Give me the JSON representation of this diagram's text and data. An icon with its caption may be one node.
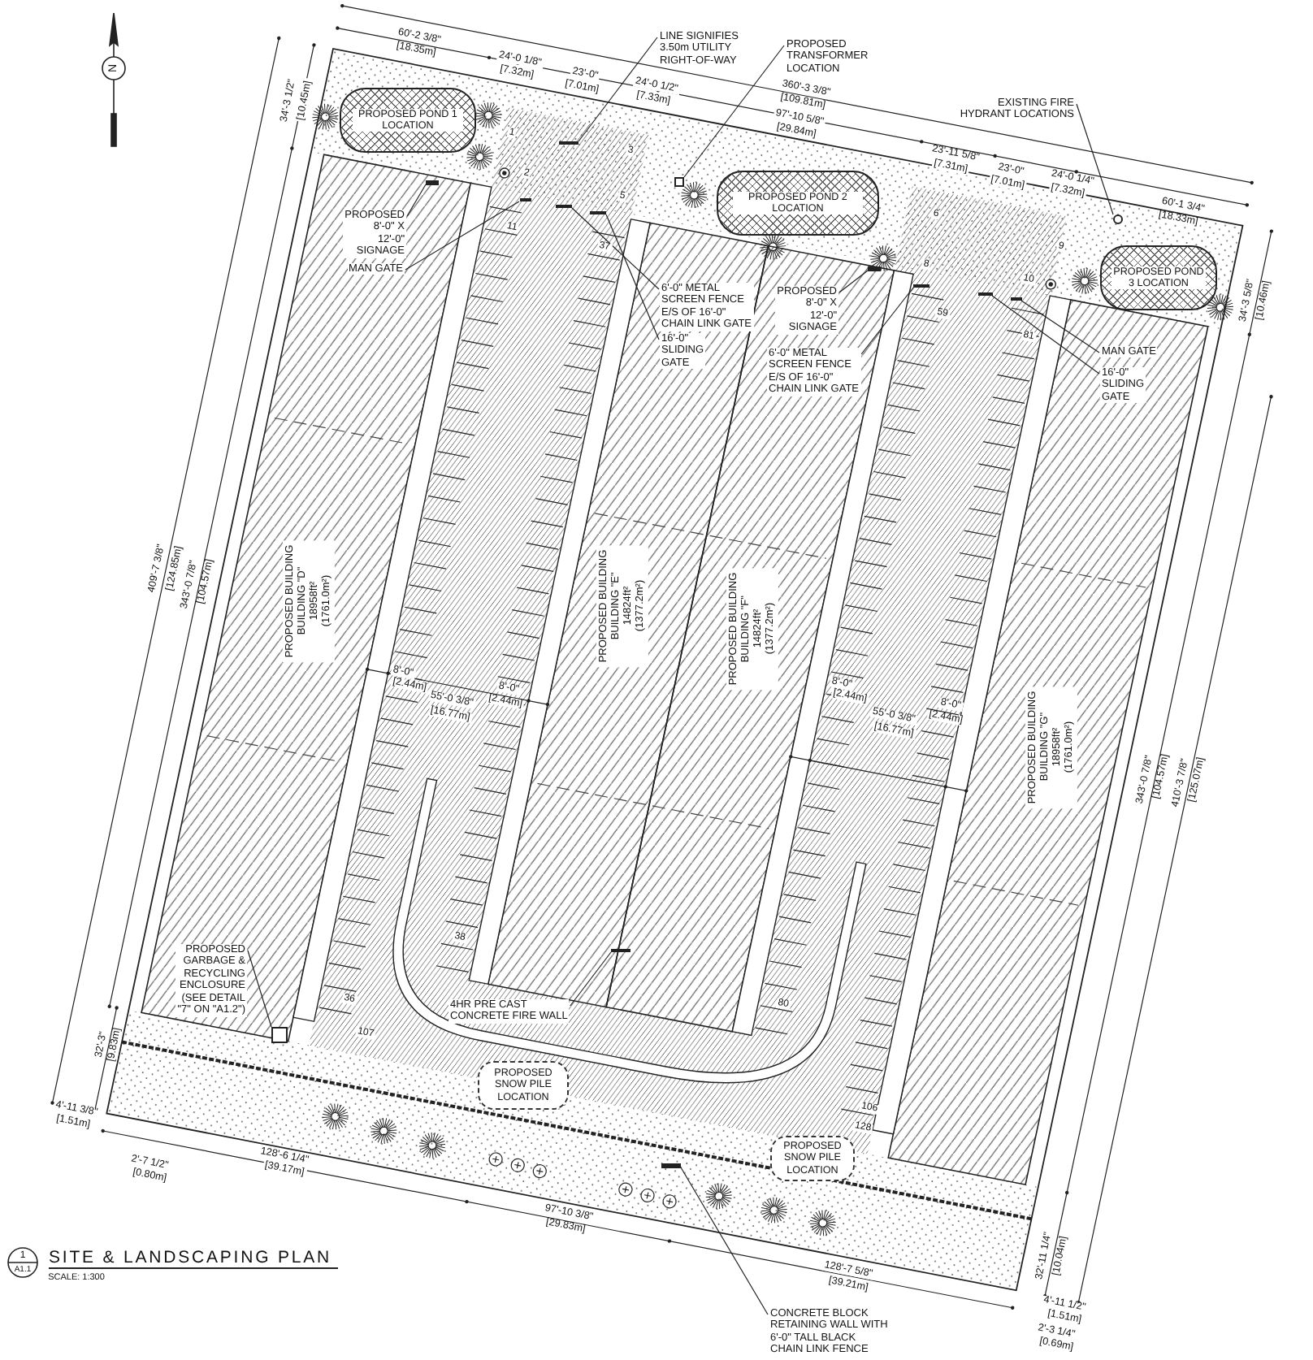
{
  "diagram": {
    "title": "SITE & LANDSCAPING PLAN",
    "nodes": [
      {
        "text": [
          "PROPOSED BUILDING",
          "BUILDING \"D\"",
          "18958ft²",
          "(1761.0m²)"
        ]
      },
      {
        "text": [
          "PROPOSED BUILDING",
          "BUILDING \"E\"",
          "14824ft²",
          "(1377.2m²)"
        ]
      },
      {
        "text": [
          "PROPOSED BUILDING",
          "BUILDING \"F\"",
          "14824ft²",
          "(1377.2m²)"
        ]
      },
      {
        "text": [
          "PROPOSED BUILDING",
          "BUILDING \"G\"",
          "18958ft²",
          "(1761.0m²)"
        ]
      },
      {
        "text": [
          "PROPOSED POND 1 LOCATION"
        ]
      },
      {
        "text": [
          "PROPOSED POND 2 LOCATION"
        ]
      },
      {
        "text": [
          "PROPOSED POND 3 LOCATION"
        ]
      },
      {
        "text": [
          "PROPOSED SNOW PILE LOCATION"
        ]
      },
      {
        "text": [
          "PROPOSED SNOW PILE LOCATION"
        ]
      },
      {
        "text": [
          "LINE SIGNIFIES 3.50m UTILITY RIGHT-OF-WAY"
        ]
      },
      {
        "text": [
          "PROPOSED TRANSFORMER LOCATION"
        ]
      },
      {
        "text": [
          "EXISTING FIRE HYDRANT LOCATIONS"
        ]
      },
      {
        "text": [
          "PROPOSED 8'-0\" X 12'-0\" SIGNAGE"
        ]
      },
      {
        "text": [
          "MAN GATE"
        ]
      },
      {
        "text": [
          "6'-0\" METAL SCREEN FENCE E/S OF 16'-0\" CHAIN LINK GATE"
        ]
      },
      {
        "text": [
          "16'-0\" SLIDING GATE"
        ]
      },
      {
        "text": [
          "PROPOSED 8'-0\" X 12'-0\" SIGNAGE"
        ]
      },
      {
        "text": [
          "6'-0\" METAL SCREEN FENCE E/S OF 16'-0\" CHAIN LINK GATE"
        ]
      },
      {
        "text": [
          "MAN GATE"
        ]
      },
      {
        "text": [
          "16'-0\" SLIDING GATE"
        ]
      },
      {
        "text": [
          "PROPOSED GARBAGE & RECYCLING ENCLOSURE (SEE DETAIL \"7\" ON \"A1.2\")"
        ]
      },
      {
        "text": [
          "4HR PRE CAST CONCRETE FIRE WALL"
        ]
      },
      {
        "text": [
          "CONCRETE BLOCK RETAINING WALL WITH 6'-0\" TALL BLACK CHAIN LINK FENCE"
        ]
      },
      {
        "text": [],
        "shape": "bar"
      },
      {
        "text": [],
        "shape": "box"
      },
      {
        "text": [],
        "shape": "circle"
      },
      {
        "text": [],
        "shape": "bar"
      },
      {
        "text": [],
        "shape": "bar"
      },
      {
        "text": [],
        "shape": "bar"
      },
      {
        "text": [],
        "shape": "bar"
      },
      {
        "text": [],
        "shape": "bar"
      },
      {
        "text": [],
        "shape": "bar"
      },
      {
        "text": [],
        "shape": "bar"
      },
      {
        "text": [],
        "shape": "bar"
      },
      {
        "text": [],
        "shape": "box"
      },
      {
        "text": [],
        "shape": "bar"
      },
      {
        "text": [],
        "shape": "bar"
      }
    ],
    "edges": [
      {
        "from": 9,
        "to": 23,
        "arrow": "none"
      },
      {
        "from": 10,
        "to": 24,
        "arrow": "none"
      },
      {
        "from": 11,
        "to": 25,
        "arrow": "none"
      },
      {
        "from": 12,
        "to": 26,
        "arrow": "none"
      },
      {
        "from": 13,
        "to": 27,
        "arrow": "none"
      },
      {
        "from": 14,
        "to": 28,
        "arrow": "none"
      },
      {
        "from": 15,
        "to": 29,
        "arrow": "none"
      },
      {
        "from": 16,
        "to": 30,
        "arrow": "none"
      },
      {
        "from": 17,
        "to": 31,
        "arrow": "none"
      },
      {
        "from": 18,
        "to": 32,
        "arrow": "none"
      },
      {
        "from": 19,
        "to": 33,
        "arrow": "none"
      },
      {
        "from": 20,
        "to": 34,
        "arrow": "none"
      },
      {
        "from": 21,
        "to": 35,
        "arrow": "none"
      },
      {
        "from": 22,
        "to": 36,
        "arrow": "none"
      }
    ],
    "labels": [
      "N",
      "60'-2 3/8\"",
      "[18.35m]",
      "24'-0 1/8\"",
      "[7.32m]",
      "23'-0\"",
      "[7.01m]",
      "24'-0 1/2\"",
      "[7.33m]",
      "360'-3 3/8\"",
      "[109.81m]",
      "97'-10 5/8\"",
      "[29.84m]",
      "23'-11 5/8\"",
      "[7.31m]",
      "23'-0\"",
      "[7.01m]",
      "24'-0 1/4\"",
      "[7.32m]",
      "60'-1 3/4\"",
      "[18.33m]",
      "34'-3 1/2\"",
      "[10.45m]",
      "34'-3 5/8\"",
      "[10.46m]",
      "1",
      "2",
      "3",
      "5",
      "11",
      "37",
      "6",
      "9",
      "8",
      "10",
      "59",
      "81",
      "409'-7 3/8\"",
      "[124.85m]",
      "343'-0 7/8\"",
      "[104.57m]",
      "8'-0\"",
      "[2.44m]",
      "55'-0 3/8\"",
      "[16.77m]",
      "8'-0\"",
      "[2.44m]",
      "8'-0\"",
      "[2.44m]",
      "55'-0 3/8\"",
      "[16.77m]",
      "8'-0\"",
      "[2.44m]",
      "343'-0 7/8\"",
      "[104.57m]",
      "410'-3 7/8\"",
      "[125.07m]",
      "38",
      "36",
      "107",
      "80",
      "106",
      "128",
      "32'-3\"",
      "[9.83m]",
      "4'-11 3/8\"",
      "[1.51m]",
      "2'-7 1/2\"",
      "[0.80m]",
      "128'-6 1/4\"",
      "[39.17m]",
      "97'-10 3/8\"",
      "[29.83m]",
      "128'-7 5/8\"",
      "[39.21m]",
      "32'-11 1/4\"",
      "[10.04m]",
      "4'-11 1/2\"",
      "[1.51m]",
      "2'-3 1/4\"",
      "[0.69m]",
      "1",
      "A1.1",
      "SCALE: 1:300"
    ]
  }
}
